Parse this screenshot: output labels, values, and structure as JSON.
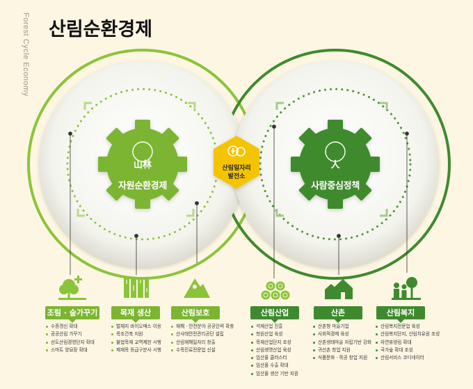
{
  "title": "산림순환경제",
  "subtitle": "Forest Cycle Economy",
  "left_gear": {
    "hanja": "山林",
    "label": "자원순환경제"
  },
  "right_gear": {
    "hanja": "人",
    "label": "사람중심정책"
  },
  "center_hex": {
    "line1": "산림일자리",
    "line2": "발전소"
  },
  "colors": {
    "light_green": "#7cb530",
    "dark_green": "#3f8a2e",
    "yellow": "#f5c400",
    "background": "#fcf6e3"
  },
  "categories": [
    {
      "icon": "tree-plus-icon",
      "label": "조림 · 숲가꾸기",
      "items": [
        "수종갱신 확대",
        "공공산림 가꾸기",
        "선도산림경영단지 확대",
        "스마트 양묘장 확대"
      ]
    },
    {
      "icon": "wood-planks-icon",
      "label": "목재 생산",
      "items": [
        "벌채지 바이오매스 이용",
        "목조건축 지원",
        "불법목재 교역제한 시행",
        "제재목 등급구분사 시행"
      ]
    },
    {
      "icon": "mountain-icon",
      "label": "산림보호",
      "items": [
        "재해 · 안전분야 공공인력 확충",
        "산사태안전관리공단 설립",
        "산림재해일자리 창출",
        "수목진료전문업 신설"
      ]
    },
    {
      "icon": "logs-icon",
      "label": "산림산업",
      "items": [
        "석재산업 진흥",
        "청원산업 육성",
        "목재산업단지 조성",
        "산림생명산업 육성",
        "임산물 클러스터",
        "임산물 수출 확대",
        "임산물 생산 기반 지원"
      ]
    },
    {
      "icon": "houses-icon",
      "label": "산촌",
      "items": [
        "산촌형 마을기업",
        "사회적경제 육성",
        "산촌생태마을 자립기반 강화",
        "귀산촌 창업 지원",
        "식품문화 · 목공 창업 지원"
      ]
    },
    {
      "icon": "people-tree-icon",
      "label": "산림복지",
      "items": [
        "산림복지전문업 육성",
        "산림복지단지, 산림치유원 조성",
        "자연휴양림 확대",
        "국가숲 확대 조성",
        "산림서비스 코디네이터"
      ]
    }
  ]
}
